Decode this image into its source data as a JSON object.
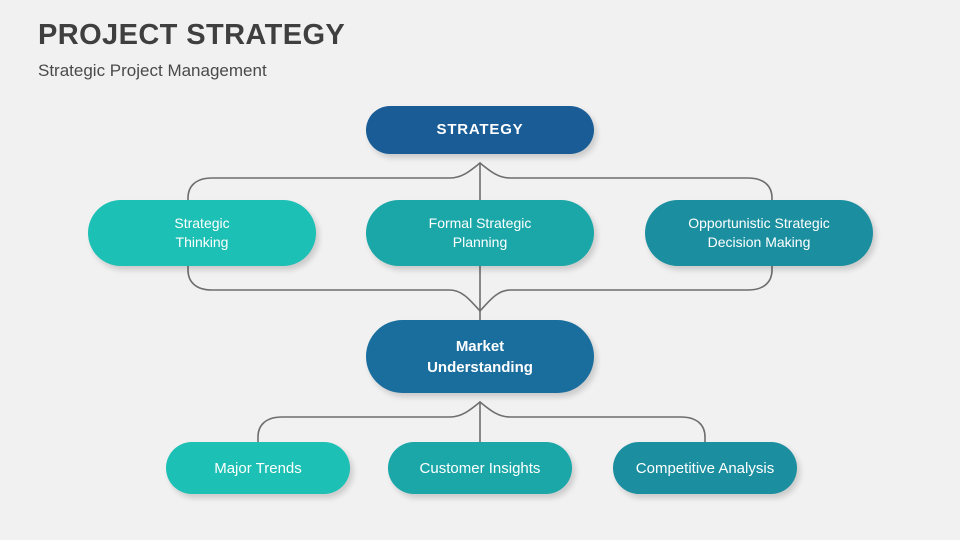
{
  "header": {
    "title": "PROJECT STRATEGY",
    "subtitle": "Strategic Project Management"
  },
  "colors": {
    "background": "#f1f1f1",
    "title_text": "#3f3f3f",
    "subtitle_text": "#4a4a4a",
    "connector_line": "#6e6e6e",
    "node_dark_blue": "#1a5c96",
    "node_medium_blue": "#1a6e9e",
    "node_teal_light": "#1cc0b4",
    "node_teal_mid": "#1ba7a8",
    "node_teal_dark": "#1b8fa0",
    "node_text": "#ffffff"
  },
  "diagram": {
    "type": "hierarchy",
    "levels": [
      {
        "name": "level-1",
        "nodes": [
          {
            "id": "strategy",
            "label": "STRATEGY",
            "color": "#1a5c96",
            "bold": true
          }
        ]
      },
      {
        "name": "level-2",
        "nodes": [
          {
            "id": "strategic-thinking",
            "label": "Strategic\nThinking",
            "color": "#1cc0b4",
            "bold": false
          },
          {
            "id": "formal-strategic-planning",
            "label": "Formal Strategic\nPlanning",
            "color": "#1ba7a8",
            "bold": false
          },
          {
            "id": "opportunistic-strategic-decision-making",
            "label": "Opportunistic Strategic\nDecision Making",
            "color": "#1b8fa0",
            "bold": false
          }
        ]
      },
      {
        "name": "level-3",
        "nodes": [
          {
            "id": "market-understanding",
            "label": "Market\nUnderstanding",
            "color": "#1a6e9e",
            "bold": true
          }
        ]
      },
      {
        "name": "level-4",
        "nodes": [
          {
            "id": "major-trends",
            "label": "Major Trends",
            "color": "#1cc0b4",
            "bold": false
          },
          {
            "id": "customer-insights",
            "label": "Customer Insights",
            "color": "#1ba7a8",
            "bold": false
          },
          {
            "id": "competitive-analysis",
            "label": "Competitive Analysis",
            "color": "#1b8fa0",
            "bold": false
          }
        ]
      }
    ],
    "connectors": [
      {
        "id": "brace-strategy-to-level2",
        "from": "strategy",
        "to": [
          "strategic-thinking",
          "formal-strategic-planning",
          "opportunistic-strategic-decision-making"
        ],
        "direction": "down"
      },
      {
        "id": "brace-level2-to-market",
        "from": [
          "strategic-thinking",
          "formal-strategic-planning",
          "opportunistic-strategic-decision-making"
        ],
        "to": "market-understanding",
        "direction": "down"
      },
      {
        "id": "brace-market-to-level4",
        "from": "market-understanding",
        "to": [
          "major-trends",
          "customer-insights",
          "competitive-analysis"
        ],
        "direction": "down"
      }
    ]
  }
}
